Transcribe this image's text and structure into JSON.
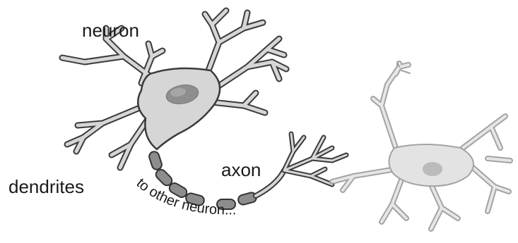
{
  "labels": {
    "neuron": "neuron",
    "dendrites": "dendrites",
    "axon": "axon",
    "to_other_neuron": "to other neuron..."
  },
  "colors": {
    "outline": "#3a3a3a",
    "cell_fill": "#d6d6d6",
    "nucleus": "#8e8e8e",
    "myelin": "#8d8d8d",
    "faded_outline": "#9a9a9a",
    "faded_fill": "#e4e4e4"
  }
}
